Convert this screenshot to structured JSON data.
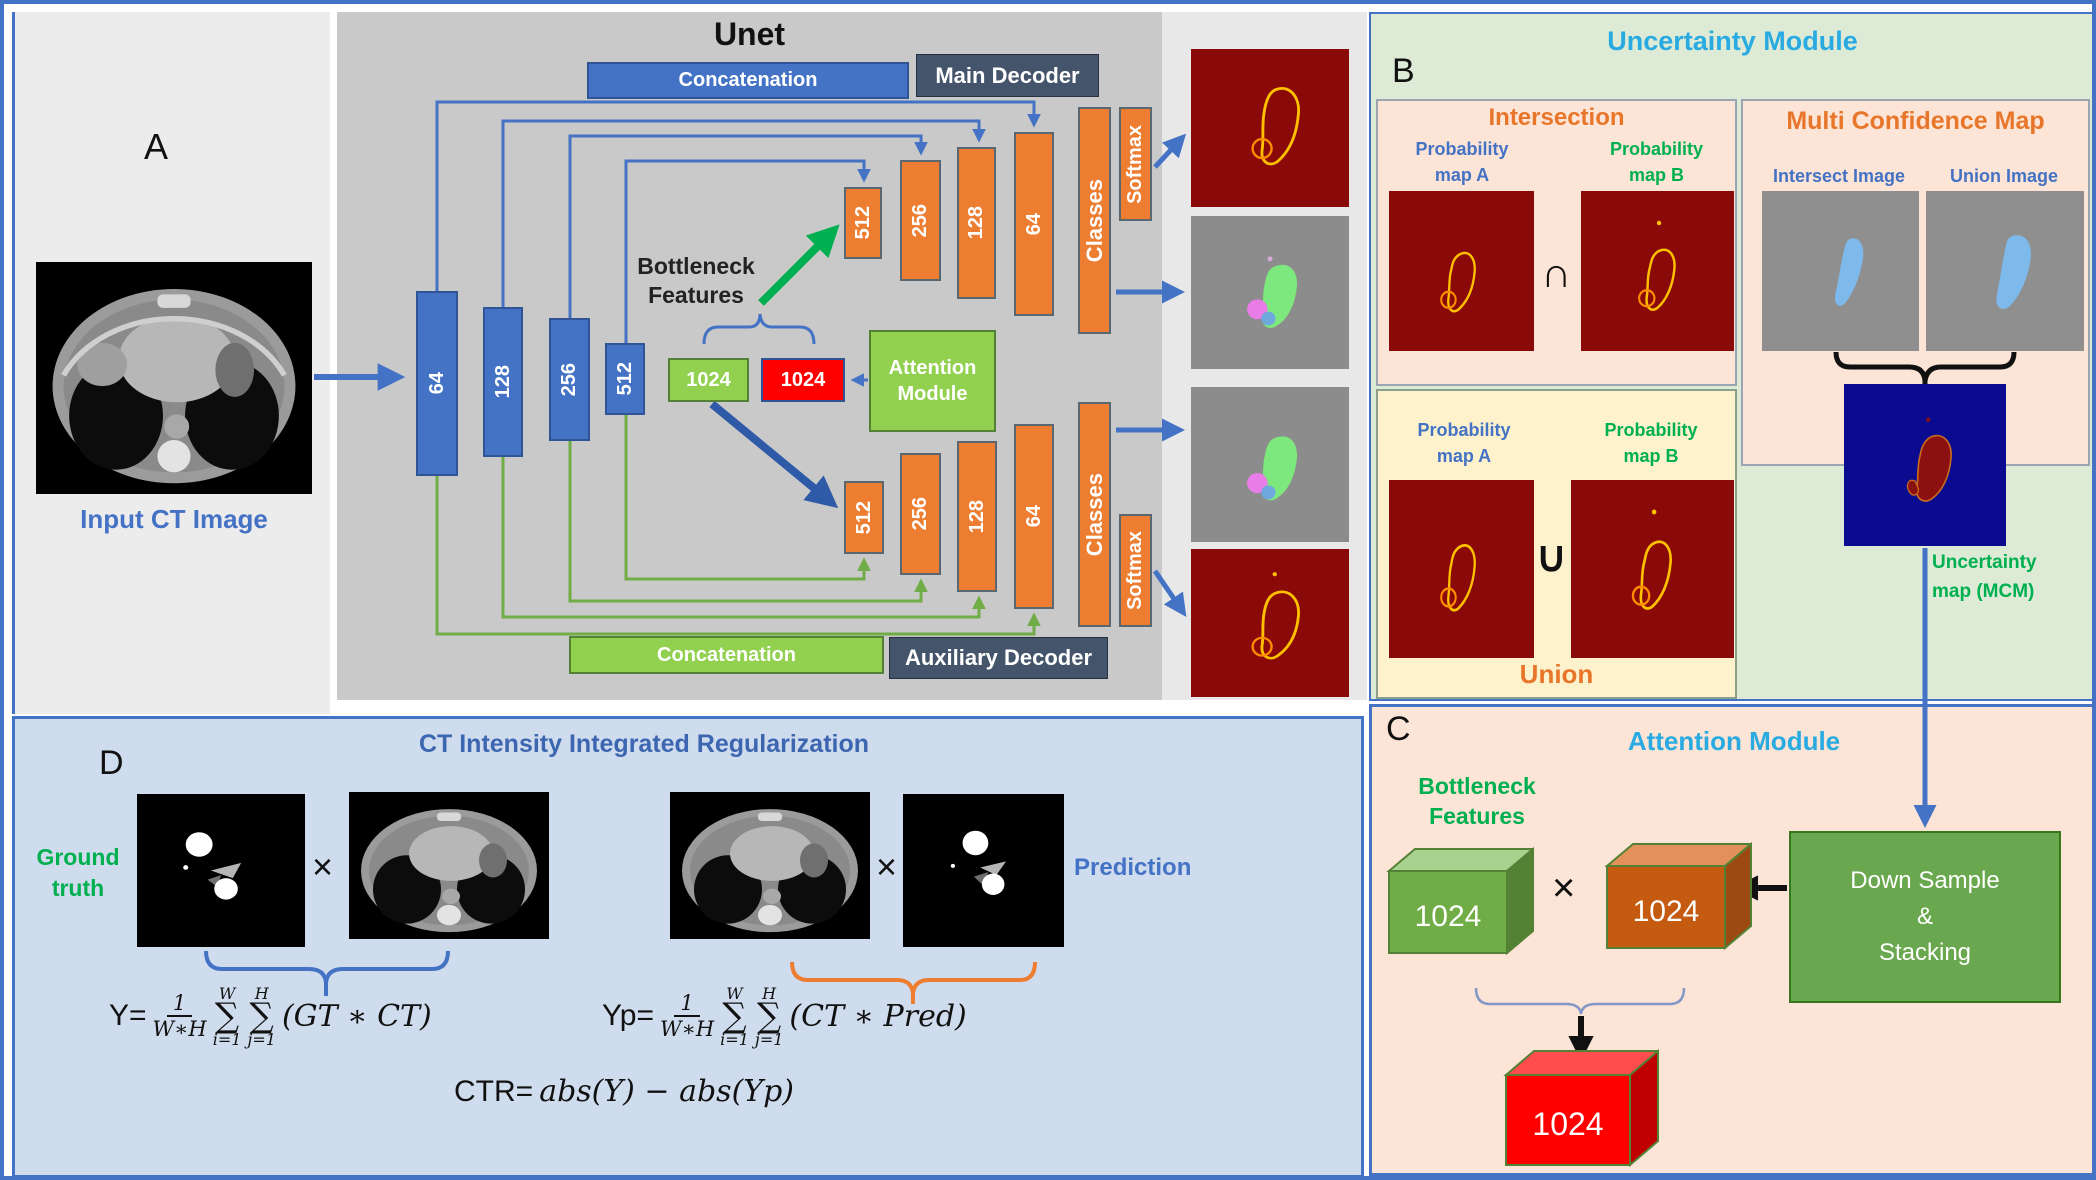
{
  "panel_a": {
    "label": "A",
    "caption": "Input CT Image"
  },
  "unet": {
    "title": "Unet",
    "top_concatenation": "Concatenation",
    "main_decoder": "Main Decoder",
    "bottom_concatenation": "Concatenation",
    "auxiliary_decoder": "Auxiliary Decoder",
    "encoder_blocks": [
      "64",
      "128",
      "256",
      "512"
    ],
    "bottleneck_green": "1024",
    "bottleneck_red": "1024",
    "bottleneck_label_line1": "Bottleneck",
    "bottleneck_label_line2": "Features",
    "attention_module_line1": "Attention",
    "attention_module_line2": "Module",
    "main_blocks": [
      "512",
      "256",
      "128",
      "64"
    ],
    "main_classes": "Classes",
    "main_softmax": "Softmax",
    "aux_blocks": [
      "512",
      "256",
      "128",
      "64"
    ],
    "aux_classes": "Classes",
    "aux_softmax": "Softmax"
  },
  "uncertainty": {
    "label": "B",
    "title": "Uncertainty Module",
    "intersection": {
      "title": "Intersection",
      "map_a_line1": "Probability",
      "map_a_line2": "map A",
      "map_b_line1": "Probability",
      "map_b_line2": "map B",
      "operator": "∩"
    },
    "union_panel": {
      "title": "Union",
      "map_a_line1": "Probability",
      "map_a_line2": "map A",
      "map_b_line1": "Probability",
      "map_b_line2": "map B",
      "operator": "∪"
    },
    "mcm": {
      "title": "Multi Confidence Map",
      "intersect_image": "Intersect Image",
      "union_image": "Union Image",
      "map_label_line1": "Uncertainty",
      "map_label_line2": "map (MCM)"
    }
  },
  "attention": {
    "label": "C",
    "title": "Attention Module",
    "bottleneck_line1": "Bottleneck",
    "bottleneck_line2": "Features",
    "cube_green": "1024",
    "cube_orange": "1024",
    "cube_red": "1024",
    "times": "×",
    "downsample_line1": "Down Sample",
    "downsample_line2": "&",
    "downsample_line3": "Stacking"
  },
  "regularization": {
    "label": "D",
    "title": "CT Intensity Integrated Regularization",
    "ground_truth_line1": "Ground",
    "ground_truth_line2": "truth",
    "prediction": "Prediction",
    "times1": "×",
    "times2": "×",
    "formula_y": {
      "lhs": "Y=",
      "num": "1",
      "den": "W∗H",
      "sigma1": "∑",
      "s1_sup": "W",
      "s1_sub": "i=1",
      "sigma2": "∑",
      "s2_sup": "H",
      "s2_sub": "j=1",
      "rhs": "(GT ∗ CT)"
    },
    "formula_yp": {
      "lhs": "Yp=",
      "num": "1",
      "den": "W∗H",
      "sigma1": "∑",
      "s1_sup": "W",
      "s1_sub": "i=1",
      "sigma2": "∑",
      "s2_sup": "H",
      "s2_sub": "j=1",
      "rhs": "(CT ∗ Pred)"
    },
    "formula_ctr": {
      "lhs": "CTR=",
      "rhs": "abs(Y) − abs(Yp)"
    }
  },
  "colors": {
    "encoder_blue": "#4472c4",
    "decoder_orange": "#ed7d31",
    "skip_green": "#70ad47",
    "bright_green": "#92d050",
    "cyan_title": "#29abe2",
    "orange_title": "#e8762a",
    "green_text": "#00b050",
    "blue_text": "#4472c4",
    "red_box": "#ff0000"
  }
}
